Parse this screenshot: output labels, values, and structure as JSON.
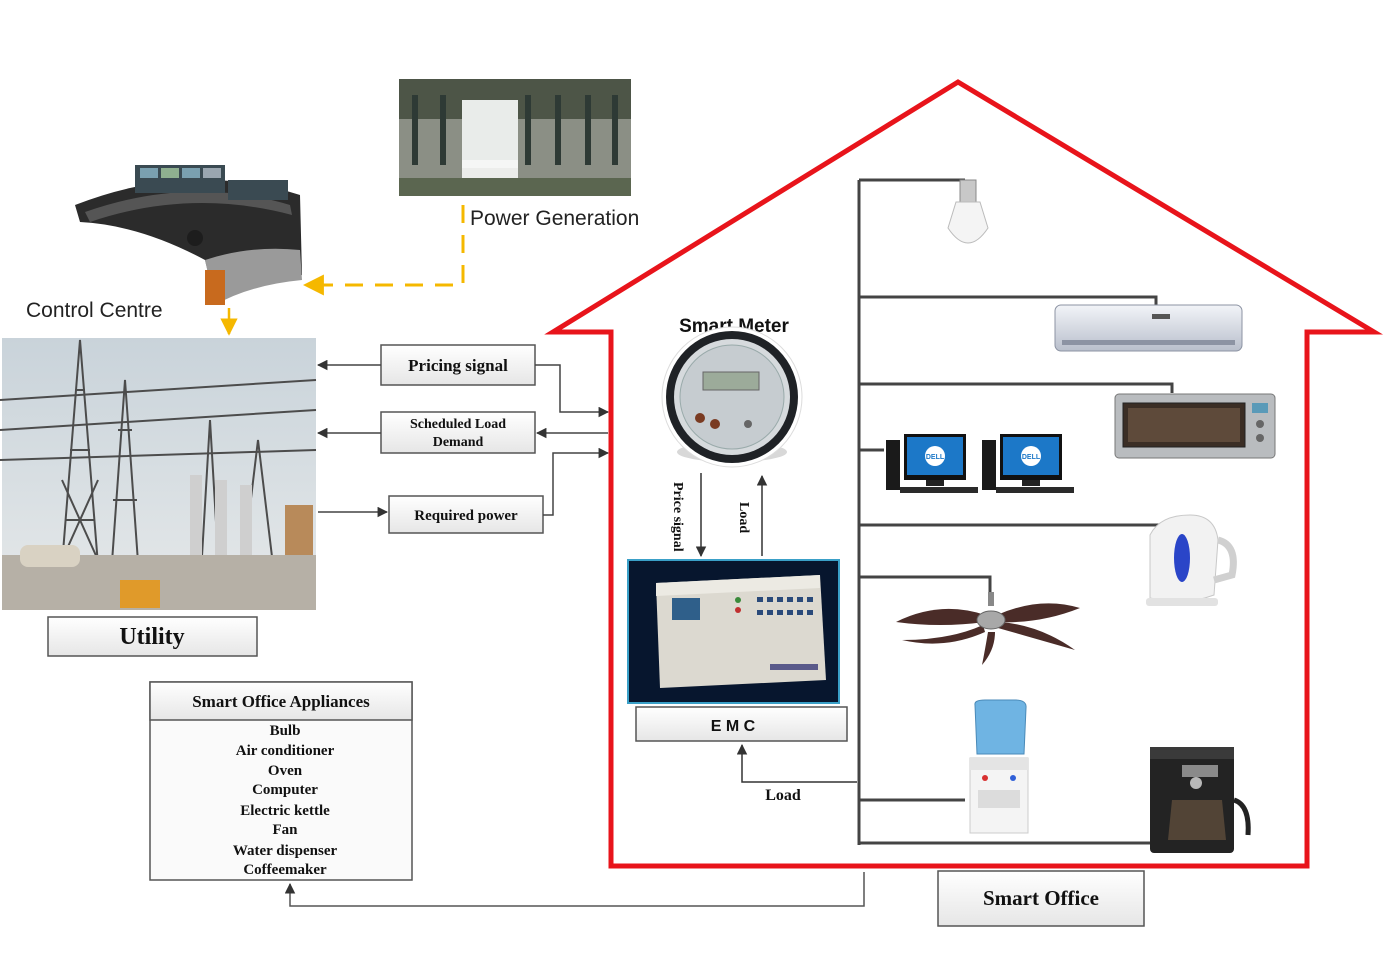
{
  "labels": {
    "power_generation": "Power Generation",
    "control_centre": "Control Centre",
    "utility": "Utility",
    "pricing_signal": "Pricing signal",
    "scheduled_load_line1": "Scheduled Load",
    "scheduled_load_line2": "Demand",
    "required_power": "Required power",
    "smart_meter": "Smart Meter",
    "price_signal": "Price signal",
    "load_vertical": "Load",
    "emc": "E M C",
    "load_emc": "Load",
    "smart_office": "Smart Office"
  },
  "appliances_box": {
    "title": "Smart Office Appliances",
    "items": [
      "Bulb",
      "Air conditioner",
      "Oven",
      "Computer",
      "Electric kettle",
      "Fan",
      "Water dispenser",
      "Coffeemaker"
    ]
  },
  "device_brand": "DELL",
  "colors": {
    "house_outline": "#e8141b",
    "dashed_arrow": "#f5b800",
    "wire": "#444444",
    "box_fill": "#f4f4f4"
  }
}
